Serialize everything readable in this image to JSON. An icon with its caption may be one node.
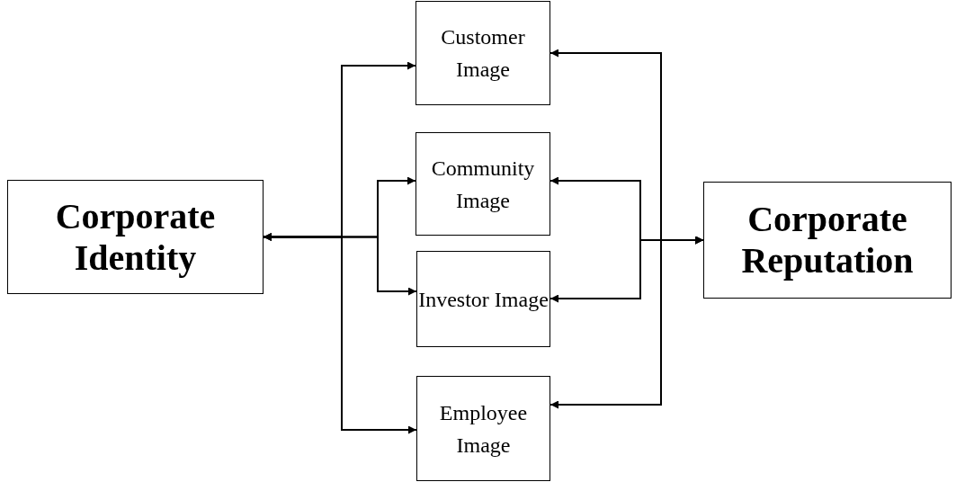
{
  "diagram": {
    "nodes": [
      {
        "text": [
          "Corporate Identity"
        ]
      },
      {
        "text": [
          "Customer Image"
        ]
      },
      {
        "text": [
          "Community Image"
        ]
      },
      {
        "text": [
          "Investor Image"
        ]
      },
      {
        "text": [
          "Employee Image"
        ]
      },
      {
        "text": [
          "Corporate Reputation"
        ]
      }
    ],
    "edges": [
      {
        "from": 1,
        "to": 0,
        "arrow": "both"
      },
      {
        "from": 2,
        "to": 0,
        "arrow": "both"
      },
      {
        "from": 3,
        "to": 0,
        "arrow": "both"
      },
      {
        "from": 4,
        "to": 0,
        "arrow": "both"
      },
      {
        "from": 1,
        "to": 5,
        "arrow": "both"
      },
      {
        "from": 2,
        "to": 5,
        "arrow": "both"
      },
      {
        "from": 3,
        "to": 5,
        "arrow": "both"
      },
      {
        "from": 4,
        "to": 5,
        "arrow": "both"
      }
    ]
  }
}
